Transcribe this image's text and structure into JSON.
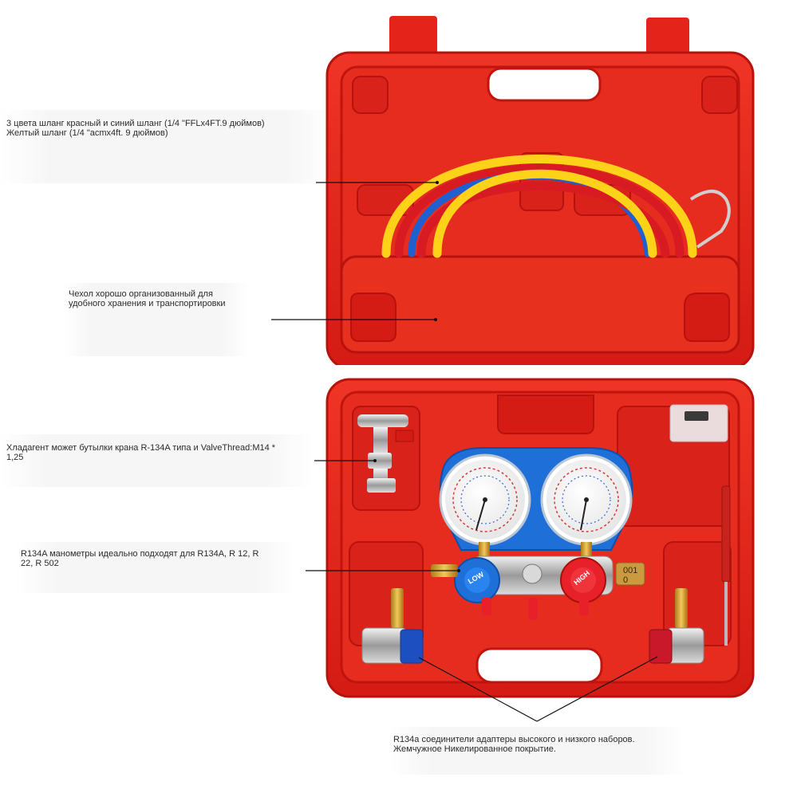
{
  "callouts": [
    {
      "id": "hoses",
      "text": "3 цвета шланг красный и синий шланг (1/4 \"FFLx4FT.9 дюймов)\nЖелтый шланг (1/4 \"acmx4ft. 9 дюймов)"
    },
    {
      "id": "case",
      "text": "Чехол хорошо организованный для\nудобного хранения и транспортировки"
    },
    {
      "id": "valve",
      "text": "Хладагент может бутылки крана R-134A типа и ValveThread:M14 *\n1,25"
    },
    {
      "id": "gauges",
      "text": "R134A манометры идеально подходят для R134A, R 12, R\n22, R 502"
    },
    {
      "id": "couplers",
      "text": "R134a соединители адаптеры высокого и низкого наборов.\nЖемчужное Никелированное покрытие."
    }
  ],
  "gauge_labels": {
    "low": "LOW",
    "high": "HIGH"
  },
  "tag_text": {
    "line1": "001",
    "line2": "0"
  },
  "colors": {
    "case_red": "#e0201a",
    "case_dark": "#b8120e",
    "hose_yellow": "#ffd21a",
    "hose_red": "#d81a22",
    "hose_blue": "#1f5fd0",
    "gauge_blue": "#1e6fd8",
    "knob_red": "#e8202a"
  }
}
